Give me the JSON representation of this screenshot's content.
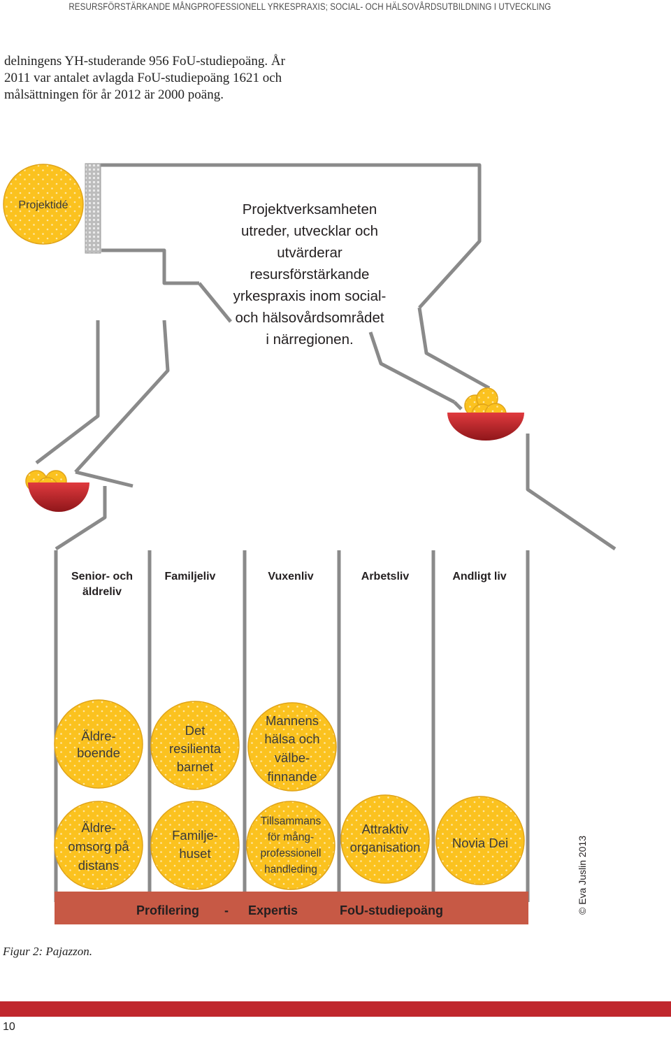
{
  "header": {
    "running_title": "RESURSFÖRSTÄRKANDE MÅNGPROFESSIONELL YRKESPRAXIS; SOCIAL- OCH HÄLSOVÅRDSUTBILDNING I UTVECKLING"
  },
  "intro": {
    "lines": [
      "delningens YH-studerande 956 FoU-studiepoäng. År",
      "2011 var antalet avlagda FoU-studiepoäng 1621 och",
      "målsättningen för år 2012 är 2000 poäng."
    ]
  },
  "diagram": {
    "idea_ball": "Projektidé",
    "machine_text": [
      "Projektverksamheten",
      "utreder, utvecklar och",
      "utvärderar",
      "resursförstärkande",
      "yrkespraxis inom social-",
      "och hälsovårdsområdet",
      "i närregionen."
    ],
    "columns": [
      [
        "Senior- och",
        "äldreliv"
      ],
      [
        "Familjeliv"
      ],
      [
        "Vuxenliv"
      ],
      [
        "Arbetsliv"
      ],
      [
        "Andligt liv"
      ]
    ],
    "upper_balls": [
      [
        "Äldre-",
        "boende"
      ],
      [
        "Det",
        "resilienta",
        "barnet"
      ],
      [
        "Mannens",
        "hälsa och",
        "välbe-",
        "finnande"
      ]
    ],
    "lower_balls": [
      [
        "Äldre-",
        "omsorg på",
        "distans"
      ],
      [
        "Familje-",
        "huset"
      ],
      [
        "Tillsammans",
        "för mång-",
        "professionell",
        "handleding"
      ],
      [
        "Attraktiv",
        "organisation"
      ],
      [
        "Novia Dei"
      ]
    ],
    "base_words": [
      "Profilering",
      "-",
      "Expertis",
      "FoU-studiepoäng"
    ],
    "copyright": "© Eva Juslin 2013",
    "colors": {
      "ball_fill": "#fbc21f",
      "ball_dots": "#fde7a4",
      "ball_outline": "#e0a419",
      "bowl_dark": "#9b1b1f",
      "bowl_light": "#e03a3e",
      "pipe": "#8a8a8a",
      "base": "#c75945",
      "text_dark": "#231f20",
      "text_ball": "#3a3a3a"
    }
  },
  "caption": "Figur 2: Pajazzon.",
  "page_number": "10"
}
